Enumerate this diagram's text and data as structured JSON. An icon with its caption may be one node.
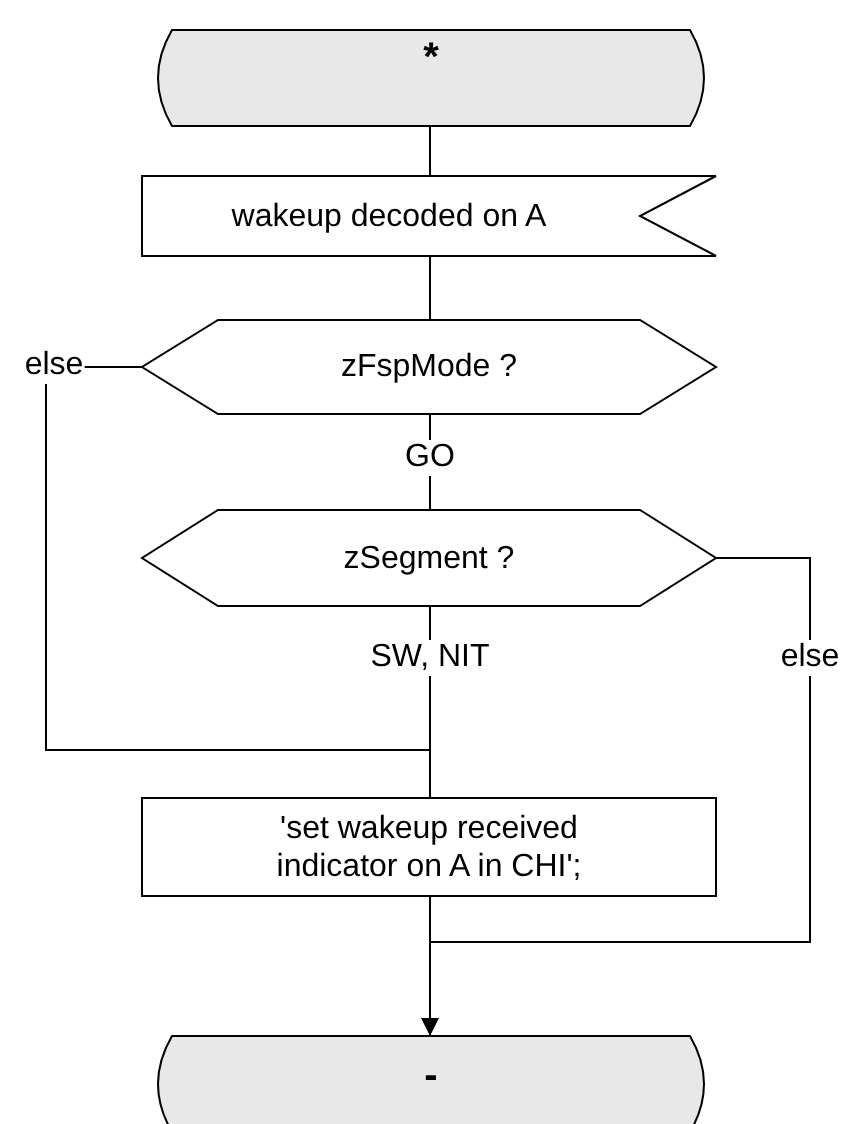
{
  "diagram": {
    "nodes": [
      {
        "text": [
          "*"
        ]
      },
      {
        "text": [
          "wakeup decoded on A"
        ]
      },
      {
        "text": [
          "zFspMode ?"
        ]
      },
      {
        "text": [
          "zSegment ?"
        ]
      },
      {
        "text": [
          "'set wakeup received indicator on A in CHI';"
        ]
      },
      {
        "text": [
          "-"
        ]
      }
    ],
    "edges": [
      {
        "from": 0,
        "to": 1,
        "arrow": "none"
      },
      {
        "from": 1,
        "to": 2,
        "arrow": "none"
      },
      {
        "from": 2,
        "to": 3,
        "arrow": "none",
        "label": "GO"
      },
      {
        "from": 2,
        "to": 4,
        "arrow": "none",
        "label": "else"
      },
      {
        "from": 3,
        "to": 4,
        "arrow": "none",
        "label": "SW, NIT"
      },
      {
        "from": 3,
        "to": 5,
        "arrow": "none",
        "label": "else"
      },
      {
        "from": 4,
        "to": 5,
        "arrow": "to"
      }
    ]
  }
}
